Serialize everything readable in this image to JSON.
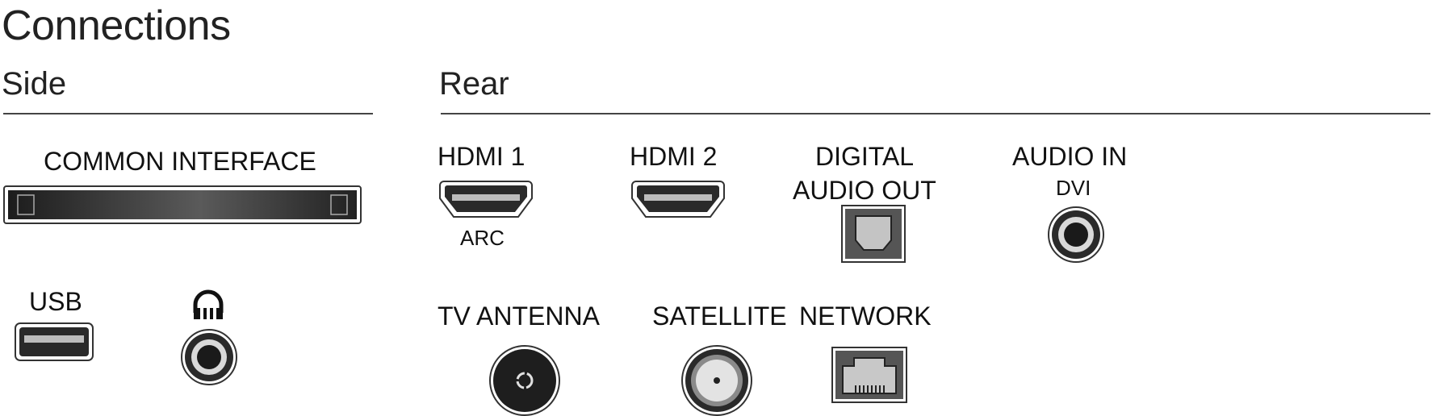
{
  "title": "Connections",
  "side": {
    "heading": "Side",
    "common_interface": "COMMON INTERFACE",
    "usb": "USB",
    "headphones_icon": "headphones-icon"
  },
  "rear": {
    "heading": "Rear",
    "hdmi1": "HDMI 1",
    "hdmi1_sub": "ARC",
    "hdmi2": "HDMI 2",
    "digital_audio_out_line1": "DIGITAL",
    "digital_audio_out_line2": "AUDIO OUT",
    "audio_in": "AUDIO IN",
    "audio_in_sub": "DVI",
    "tv_antenna": "TV ANTENNA",
    "satellite": "SATELLITE",
    "network": "NETWORK"
  }
}
